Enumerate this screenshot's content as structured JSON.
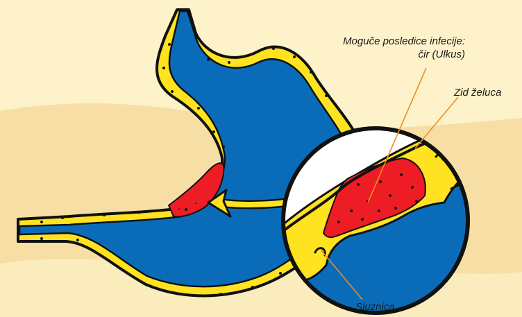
{
  "labels": {
    "infection_line1": "Moguče posledice infecije:",
    "infection_line2": "čir (Ulkus)",
    "stomach_wall": "Zid želuca",
    "mucosa": "Sluznica"
  },
  "colors": {
    "background_light": "#fdf2c9",
    "background_sand": "#f5dca1",
    "stomach_fill": "#0a6cb8",
    "stomach_wall": "#ffe220",
    "ulcer": "#ee1c25",
    "outline": "#111111",
    "leader_line": "#f08c20"
  },
  "icons": {
    "stomach": "stomach-illustration-icon",
    "magnifier": "magnified-wall-icon",
    "arrow": "curved-arrow-icon"
  }
}
